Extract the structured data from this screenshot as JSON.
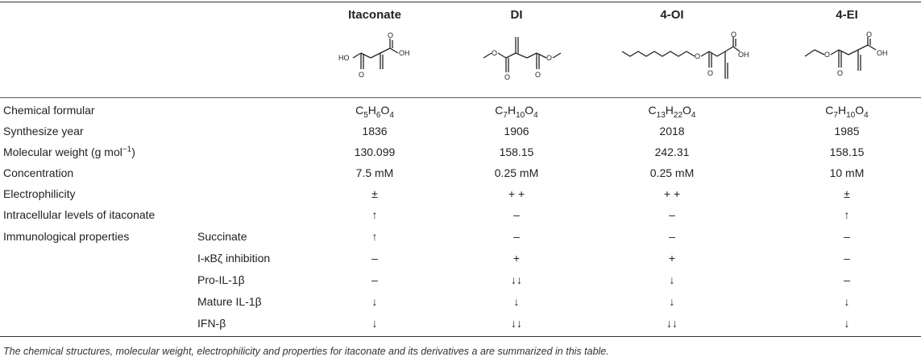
{
  "columns": [
    "Itaconate",
    "DI",
    "4-OI",
    "4-EI"
  ],
  "structure_labels": {
    "itaconate": {
      "left_group": "HO",
      "right_group": "OH",
      "oxygen": "O"
    },
    "di": {
      "oxygen": "O"
    },
    "oi": {
      "oxygen": "O",
      "right_group": "OH"
    },
    "ei": {
      "oxygen": "O",
      "right_group": "OH"
    }
  },
  "rows": [
    {
      "label": "Chemical formular",
      "values": [
        "C5H6O4",
        "C7H10O4",
        "C13H22O4",
        "C7H10O4"
      ]
    },
    {
      "label": "Synthesize year",
      "values": [
        "1836",
        "1906",
        "2018",
        "1985"
      ]
    },
    {
      "label": "Molecular weight (g mol−1)",
      "values": [
        "130.099",
        "158.15",
        "242.31",
        "158.15"
      ]
    },
    {
      "label": "Concentration",
      "values": [
        "7.5 mM",
        "0.25 mM",
        "0.25 mM",
        "10 mM"
      ]
    },
    {
      "label": "Electrophilicity",
      "values": [
        "±",
        "+ +",
        "+ +",
        "±"
      ]
    },
    {
      "label": "Intracellular levels of itaconate",
      "values": [
        "↑",
        "–",
        "–",
        "↑"
      ]
    }
  ],
  "immunological": {
    "label": "Immunological properties",
    "rows": [
      {
        "sublabel": "Succinate",
        "values": [
          "↑",
          "–",
          "–",
          "–"
        ]
      },
      {
        "sublabel": "I-κBζ inhibition",
        "values": [
          "–",
          "+",
          "+",
          "–"
        ]
      },
      {
        "sublabel": "Pro-IL-1β",
        "values": [
          "–",
          "↓↓",
          "↓",
          "–"
        ]
      },
      {
        "sublabel": "Mature IL-1β",
        "values": [
          "↓",
          "↓",
          "↓",
          "↓"
        ]
      },
      {
        "sublabel": "IFN-β",
        "values": [
          "↓",
          "↓↓",
          "↓↓",
          "↓"
        ]
      }
    ]
  },
  "caption": "The chemical structures, molecular weight, electrophilicity and properties for itaconate and its derivatives a are summarized in this table."
}
